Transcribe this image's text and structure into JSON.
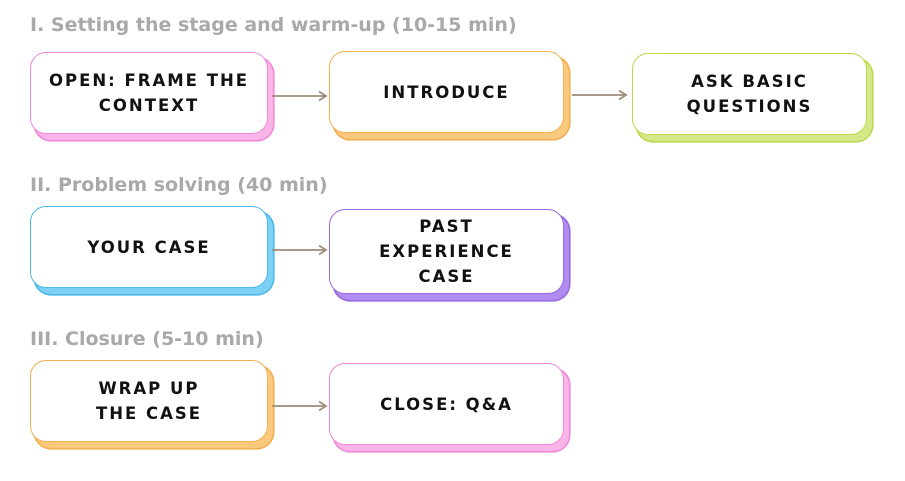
{
  "colors": {
    "pink": "#f08ad8",
    "pink_shadow": "#f9b4e8",
    "orange": "#f2b054",
    "orange_shadow": "#f9c97e",
    "green": "#bcd94f",
    "green_shadow": "#d4e98a",
    "blue": "#4cb8e8",
    "blue_shadow": "#7dd0f6",
    "purple": "#9a6ae0",
    "purple_shadow": "#b08cf0",
    "arrow": "#9e8b78",
    "heading": "#a9a9a9"
  },
  "sections": [
    {
      "title": "I.  Setting the stage and warm-up (10-15 min)",
      "steps": [
        {
          "label": "OPEN: FRAME THE CONTEXT",
          "color": "pink"
        },
        {
          "label": "INTRODUCE",
          "color": "orange"
        },
        {
          "label": "ASK BASIC QUESTIONS",
          "color": "green"
        }
      ]
    },
    {
      "title": "II. Problem solving (40 min)",
      "steps": [
        {
          "label": "YOUR CASE",
          "color": "blue"
        },
        {
          "label": "PAST EXPERIENCE CASE",
          "color": "purple"
        }
      ]
    },
    {
      "title": "III. Closure (5-10 min)",
      "steps": [
        {
          "label": "WRAP UP THE CASE",
          "color": "orange"
        },
        {
          "label": "CLOSE: Q&A",
          "color": "pink"
        }
      ]
    }
  ]
}
